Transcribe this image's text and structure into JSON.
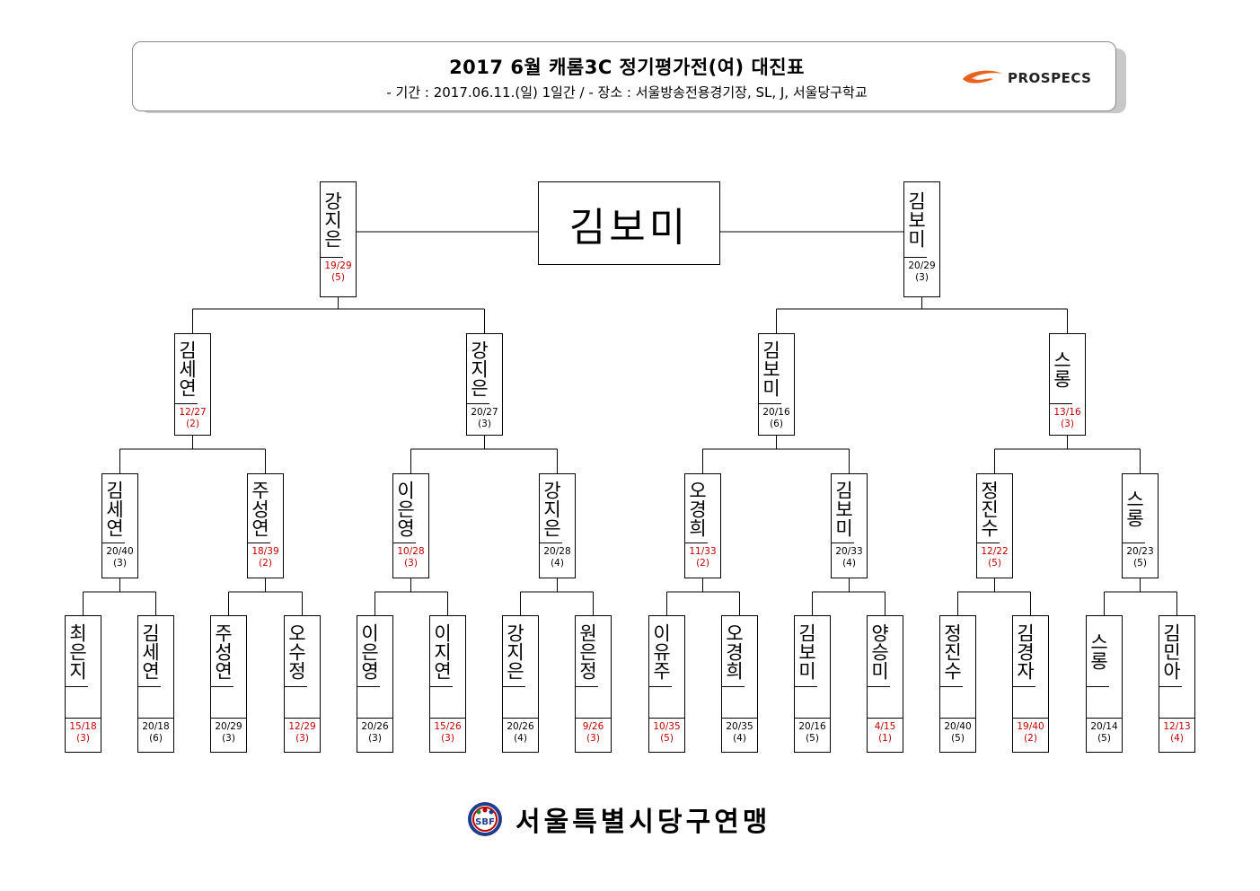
{
  "header": {
    "title": "2017 6월 캐롬3C 정기평가전(여) 대진표",
    "subtitle": "- 기간 : 2017.06.11.(일) 1일간 / - 장소 : 서울방송전용경기장, SL, J, 서울당구학교",
    "brand": "PROSPECS"
  },
  "champion": "김보미",
  "final": [
    {
      "name": "강지은",
      "score": "19/29",
      "rank": "(5)",
      "red": true
    },
    {
      "name": "김보미",
      "score": "20/29",
      "rank": "(3)",
      "red": false
    }
  ],
  "semifinal": [
    {
      "name": "김세연",
      "score": "12/27",
      "rank": "(2)",
      "red": true
    },
    {
      "name": "강지은",
      "score": "20/27",
      "rank": "(3)",
      "red": false
    },
    {
      "name": "김보미",
      "score": "20/16",
      "rank": "(6)",
      "red": false
    },
    {
      "name": "스롱",
      "score": "13/16",
      "rank": "(3)",
      "red": true
    }
  ],
  "quarterfinal": [
    {
      "name": "김세연",
      "score": "20/40",
      "rank": "(3)",
      "red": false
    },
    {
      "name": "주성연",
      "score": "18/39",
      "rank": "(2)",
      "red": true
    },
    {
      "name": "이은영",
      "score": "10/28",
      "rank": "(3)",
      "red": true
    },
    {
      "name": "강지은",
      "score": "20/28",
      "rank": "(4)",
      "red": false
    },
    {
      "name": "오경희",
      "score": "11/33",
      "rank": "(2)",
      "red": true
    },
    {
      "name": "김보미",
      "score": "20/33",
      "rank": "(4)",
      "red": false
    },
    {
      "name": "정진수",
      "score": "12/22",
      "rank": "(5)",
      "red": true
    },
    {
      "name": "스롱",
      "score": "20/23",
      "rank": "(5)",
      "red": false
    }
  ],
  "round16": [
    {
      "name": "최은지",
      "score": "15/18",
      "rank": "(3)",
      "red": true
    },
    {
      "name": "김세연",
      "score": "20/18",
      "rank": "(6)",
      "red": false
    },
    {
      "name": "주성연",
      "score": "20/29",
      "rank": "(3)",
      "red": false
    },
    {
      "name": "오수정",
      "score": "12/29",
      "rank": "(3)",
      "red": true
    },
    {
      "name": "이은영",
      "score": "20/26",
      "rank": "(3)",
      "red": false
    },
    {
      "name": "이지연",
      "score": "15/26",
      "rank": "(3)",
      "red": true
    },
    {
      "name": "강지은",
      "score": "20/26",
      "rank": "(4)",
      "red": false
    },
    {
      "name": "원은정",
      "score": "9/26",
      "rank": "(3)",
      "red": true
    },
    {
      "name": "이유주",
      "score": "10/35",
      "rank": "(5)",
      "red": true
    },
    {
      "name": "오경희",
      "score": "20/35",
      "rank": "(4)",
      "red": false
    },
    {
      "name": "김보미",
      "score": "20/16",
      "rank": "(5)",
      "red": false
    },
    {
      "name": "양승미",
      "score": "4/15",
      "rank": "(1)",
      "red": true
    },
    {
      "name": "정진수",
      "score": "20/40",
      "rank": "(5)",
      "red": false
    },
    {
      "name": "김경자",
      "score": "19/40",
      "rank": "(2)",
      "red": true
    },
    {
      "name": "스롱",
      "score": "20/14",
      "rank": "(5)",
      "red": false
    },
    {
      "name": "김민아",
      "score": "12/13",
      "rank": "(4)",
      "red": true
    }
  ],
  "footer": {
    "organization": "서울특별시당구연맹",
    "logo_text": "SBF"
  },
  "colors": {
    "loser": "#c00000",
    "winner": "#000000",
    "brand": "#e8641e"
  }
}
